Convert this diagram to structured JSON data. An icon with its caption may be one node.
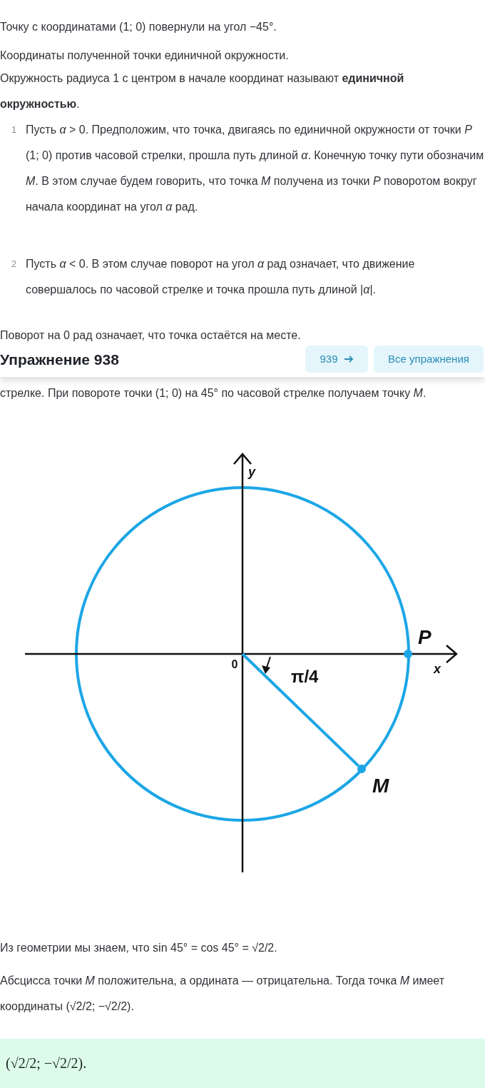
{
  "diagram": {
    "nodes": [
      {
        "text": [
          "0"
        ]
      },
      {
        "text": [],
        "shape": "circle",
        "beside": [
          "P"
        ]
      },
      {
        "text": [],
        "shape": "circle",
        "beside": [
          "M"
        ]
      }
    ],
    "edges": [
      {
        "from": 0,
        "to": 2,
        "arrow": "none"
      }
    ],
    "labels": [
      "Точку с координатами (1; 0) повернули на угол −45°.",
      "Координаты полученной точки единичной окружности.",
      "Окружность радиуса 1 с центром в начале координат называют **единичной окружностью**.",
      "1",
      "Пусть *α* > 0. Предположим, что точка, двигаясь по единичной окружности от точки *P* (1; 0) против часовой стрелки, прошла путь длиной *α*. Конечную точку пути обозначим *M*. В этом случае будем говорить, что точка *M* получена из точки *P* поворотом вокруг начала координат на угол *α* рад.",
      "2",
      "Пусть *α* < 0. В этом случае поворот на угол *α* рад означает, что движение совершалось по часовой стрелке и точка прошла путь длиной |*α*|.",
      "Поворот на 0 рад означает, что точка остаётся на месте.",
      "Упражнение 938",
      "939",
      "Все упражнения",
      "стрелке. При повороте точки (1; 0) на 45° по часовой стрелке получаем точку *M*.",
      "y",
      "x",
      "π/4",
      "Из геометрии мы знаем, что sin 45° = cos 45° = √2/2.",
      "Абсцисса точки *M* положительна, а ордината — отрицательна. Тогда точка *M* имеет координаты (√2/2; −√2/2).",
      "(√2/2; −√2/2)."
    ]
  }
}
